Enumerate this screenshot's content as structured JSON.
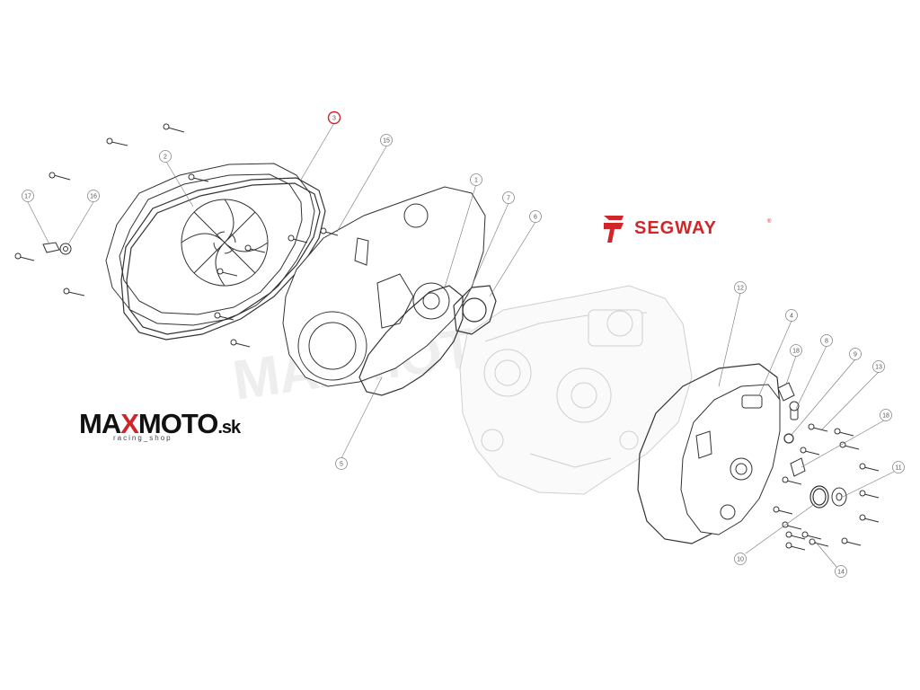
{
  "callouts": {
    "c1": "1",
    "c2": "2",
    "c3": "3",
    "c4": "4",
    "c5": "5",
    "c6": "6",
    "c7": "7",
    "c8": "8",
    "c9": "9",
    "c10": "10",
    "c11": "11",
    "c12": "12",
    "c13": "13",
    "c14": "14",
    "c15": "15",
    "c16": "16",
    "c17": "17",
    "c18a": "18",
    "c18b": "18"
  },
  "branding": {
    "maxmoto_pre": "MA",
    "maxmoto_x": "X",
    "maxmoto_post": "MOTO",
    "maxmoto_tld": ".sk",
    "maxmoto_tagline": "racing_shop",
    "segway": "SEGWAY",
    "segway_reg": "®",
    "watermark": "MAXMOTO.SK"
  },
  "colors": {
    "brand_red": "#d0262a",
    "line_dark": "#333333",
    "highlight_callout": "3"
  }
}
